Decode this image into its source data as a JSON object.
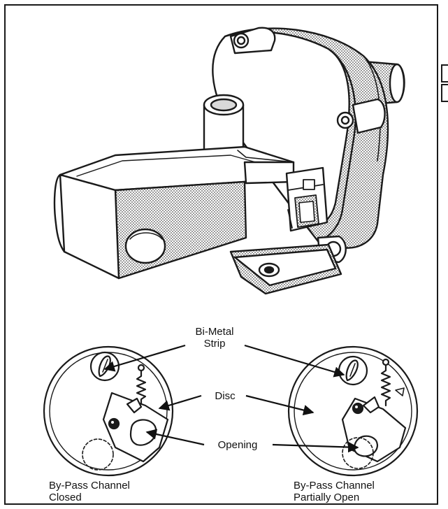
{
  "labels": {
    "bimetal": "Bi-Metal\nStrip",
    "disc": "Disc",
    "opening": "Opening",
    "left_caption": "By-Pass Channel\nClosed",
    "right_caption": "By-Pass Channel\nPartially Open"
  },
  "colors": {
    "ink": "#1a1a1a",
    "shade": "#9a9a9a",
    "paper": "#ffffff"
  }
}
